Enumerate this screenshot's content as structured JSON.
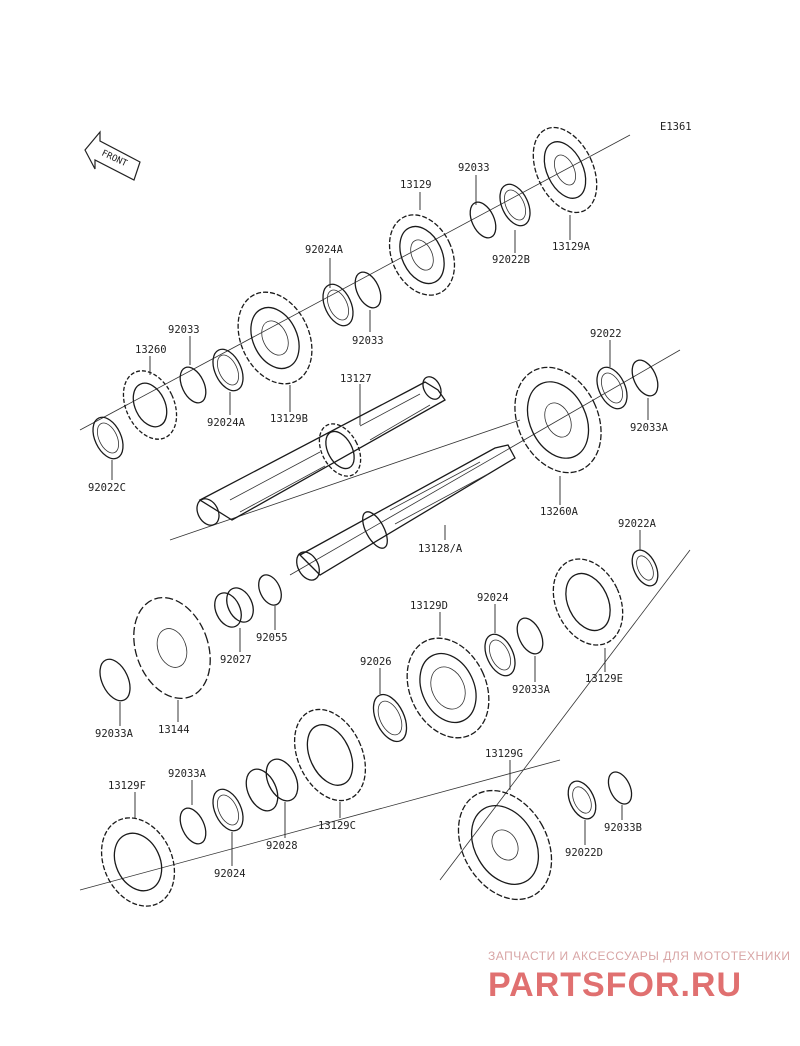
{
  "diagram_code": "E1361",
  "front_label": "FRONT",
  "parts": {
    "p13129": "13129",
    "p92033_top": "92033",
    "p92022B": "92022B",
    "p13129A": "13129A",
    "p92024A_top": "92024A",
    "p92033_mid": "92033",
    "p92033_left": "92033",
    "p13260": "13260",
    "p92024A_low": "92024A",
    "p13129B": "13129B",
    "p13127": "13127",
    "p92022C": "92022C",
    "p92022": "92022",
    "p92033A_r": "92033A",
    "p13260A": "13260A",
    "p13128A": "13128/A",
    "p92022A": "92022A",
    "p13129D": "13129D",
    "p92024_r": "92024",
    "p92055": "92055",
    "p92027": "92027",
    "p92026": "92026",
    "p92033A_mid": "92033A",
    "p13129E": "13129E",
    "p92033A_left": "92033A",
    "p13144": "13144",
    "p13129G": "13129G",
    "p13129F": "13129F",
    "p92033A_low": "92033A",
    "p13129C": "13129C",
    "p92028": "92028",
    "p92022D": "92022D",
    "p92033B": "92033B",
    "p92024_low": "92024"
  },
  "watermark": {
    "tagline": "ЗАПЧАСТИ И АКСЕССУАРЫ ДЛЯ МОТОТЕХНИКИ",
    "brand": "PARTSFOR.RU",
    "color": "#e07070"
  }
}
